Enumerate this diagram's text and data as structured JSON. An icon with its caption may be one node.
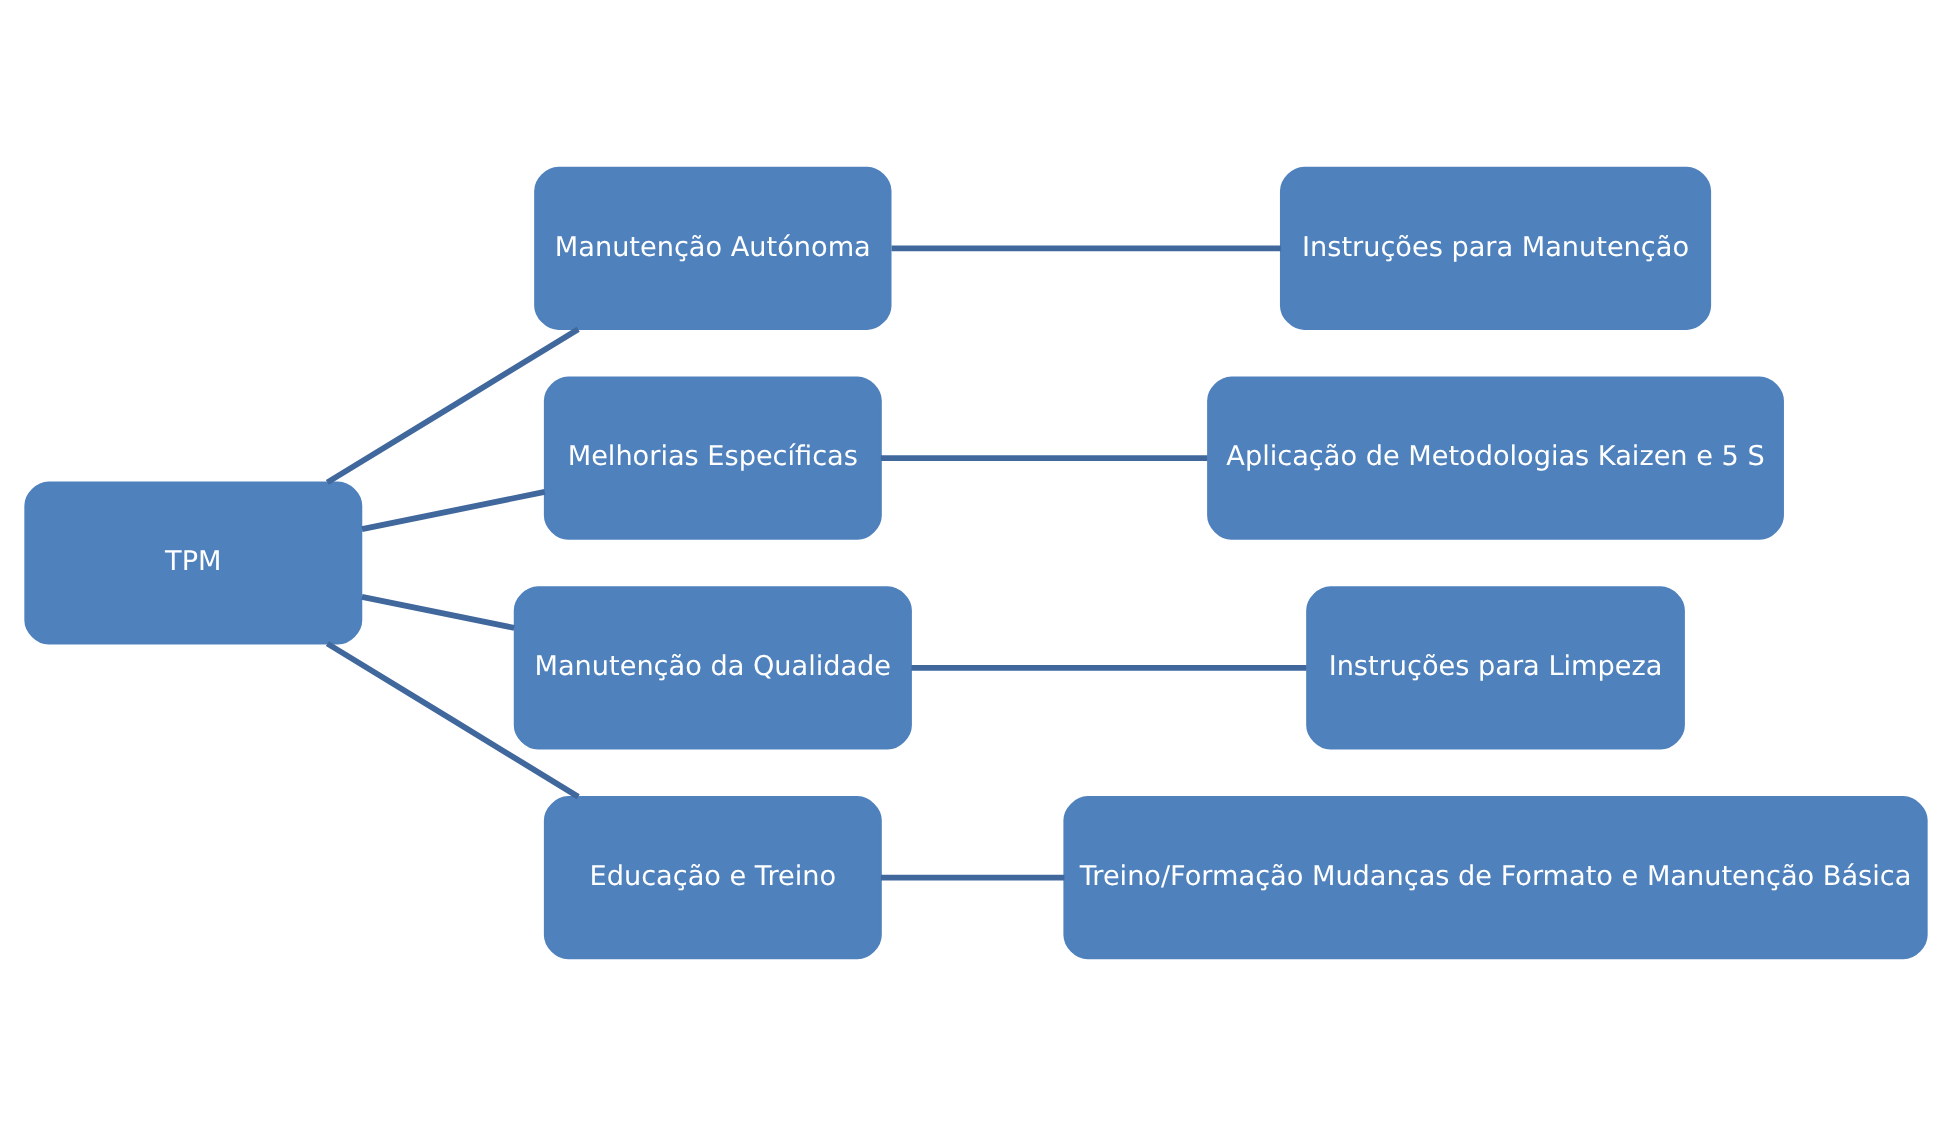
{
  "diagram": {
    "nodes": [
      {
        "text": [
          "TPM"
        ]
      },
      {
        "text": [
          "Manutenção Autónoma"
        ]
      },
      {
        "text": [
          "Melhorias Específicas"
        ]
      },
      {
        "text": [
          "Manutenção da Qualidade"
        ]
      },
      {
        "text": [
          "Educação e Treino"
        ]
      },
      {
        "text": [
          "Instruções para Manutenção"
        ]
      },
      {
        "text": [
          "Aplicação de Metodologias Kaizen e 5 S"
        ]
      },
      {
        "text": [
          "Instruções para Limpeza"
        ]
      },
      {
        "text": [
          "Treino/Formação Mudanças de Formato e Manutenção Básica"
        ]
      }
    ],
    "edges": [
      {
        "from": 0,
        "to": 1,
        "arrow": "none"
      },
      {
        "from": 0,
        "to": 2,
        "arrow": "none"
      },
      {
        "from": 0,
        "to": 3,
        "arrow": "none"
      },
      {
        "from": 0,
        "to": 4,
        "arrow": "none"
      },
      {
        "from": 1,
        "to": 5,
        "arrow": "none"
      },
      {
        "from": 2,
        "to": 6,
        "arrow": "none"
      },
      {
        "from": 3,
        "to": 7,
        "arrow": "none"
      },
      {
        "from": 4,
        "to": 8,
        "arrow": "none"
      }
    ]
  }
}
